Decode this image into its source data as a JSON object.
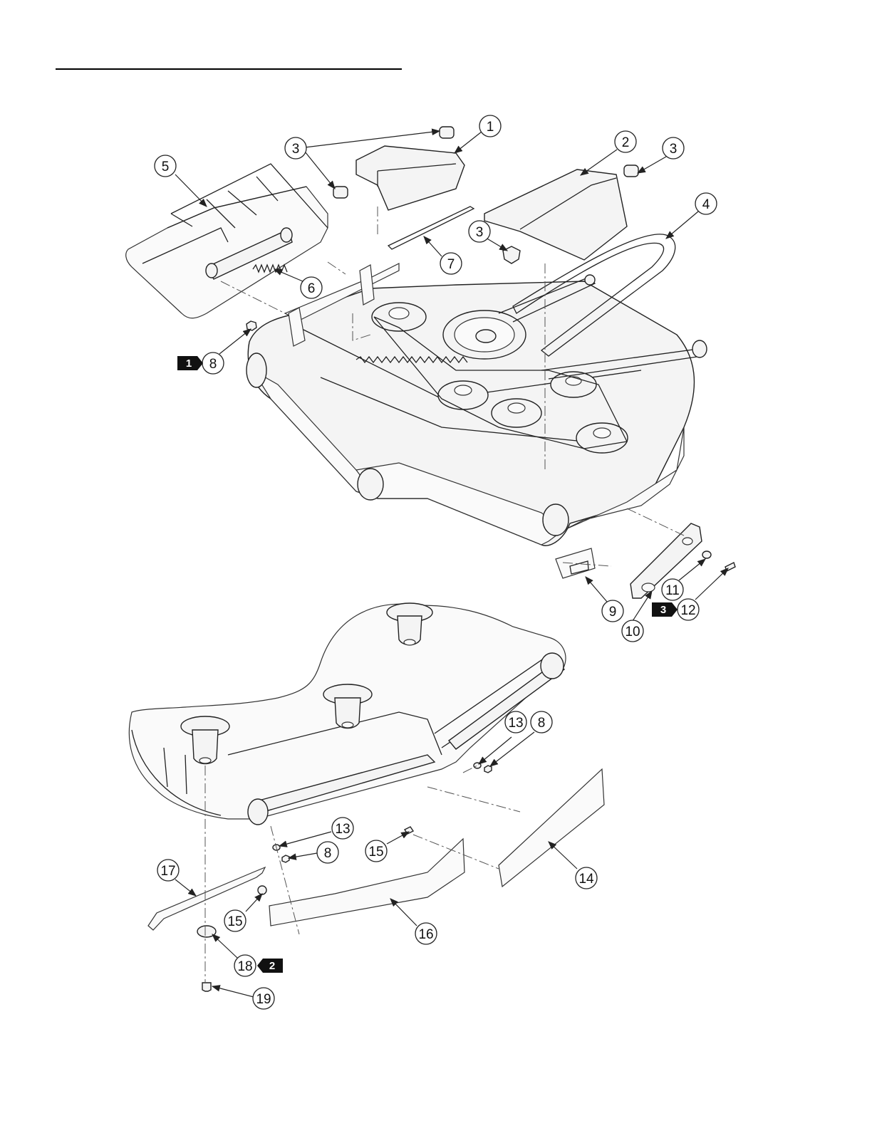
{
  "diagram": {
    "callouts": [
      {
        "label": "1"
      },
      {
        "label": "2"
      },
      {
        "label": "3"
      },
      {
        "label": "3"
      },
      {
        "label": "3"
      },
      {
        "label": "4"
      },
      {
        "label": "5"
      },
      {
        "label": "6"
      },
      {
        "label": "7"
      },
      {
        "label": "8"
      },
      {
        "label": "9"
      },
      {
        "label": "10"
      },
      {
        "label": "11"
      },
      {
        "label": "12"
      },
      {
        "label": "13"
      },
      {
        "label": "8"
      },
      {
        "label": "13"
      },
      {
        "label": "8"
      },
      {
        "label": "15"
      },
      {
        "label": "14"
      },
      {
        "label": "17"
      },
      {
        "label": "15"
      },
      {
        "label": "16"
      },
      {
        "label": "18"
      },
      {
        "label": "19"
      }
    ],
    "reference_flags": [
      {
        "label": "1"
      },
      {
        "label": "3"
      },
      {
        "label": "2"
      }
    ]
  }
}
